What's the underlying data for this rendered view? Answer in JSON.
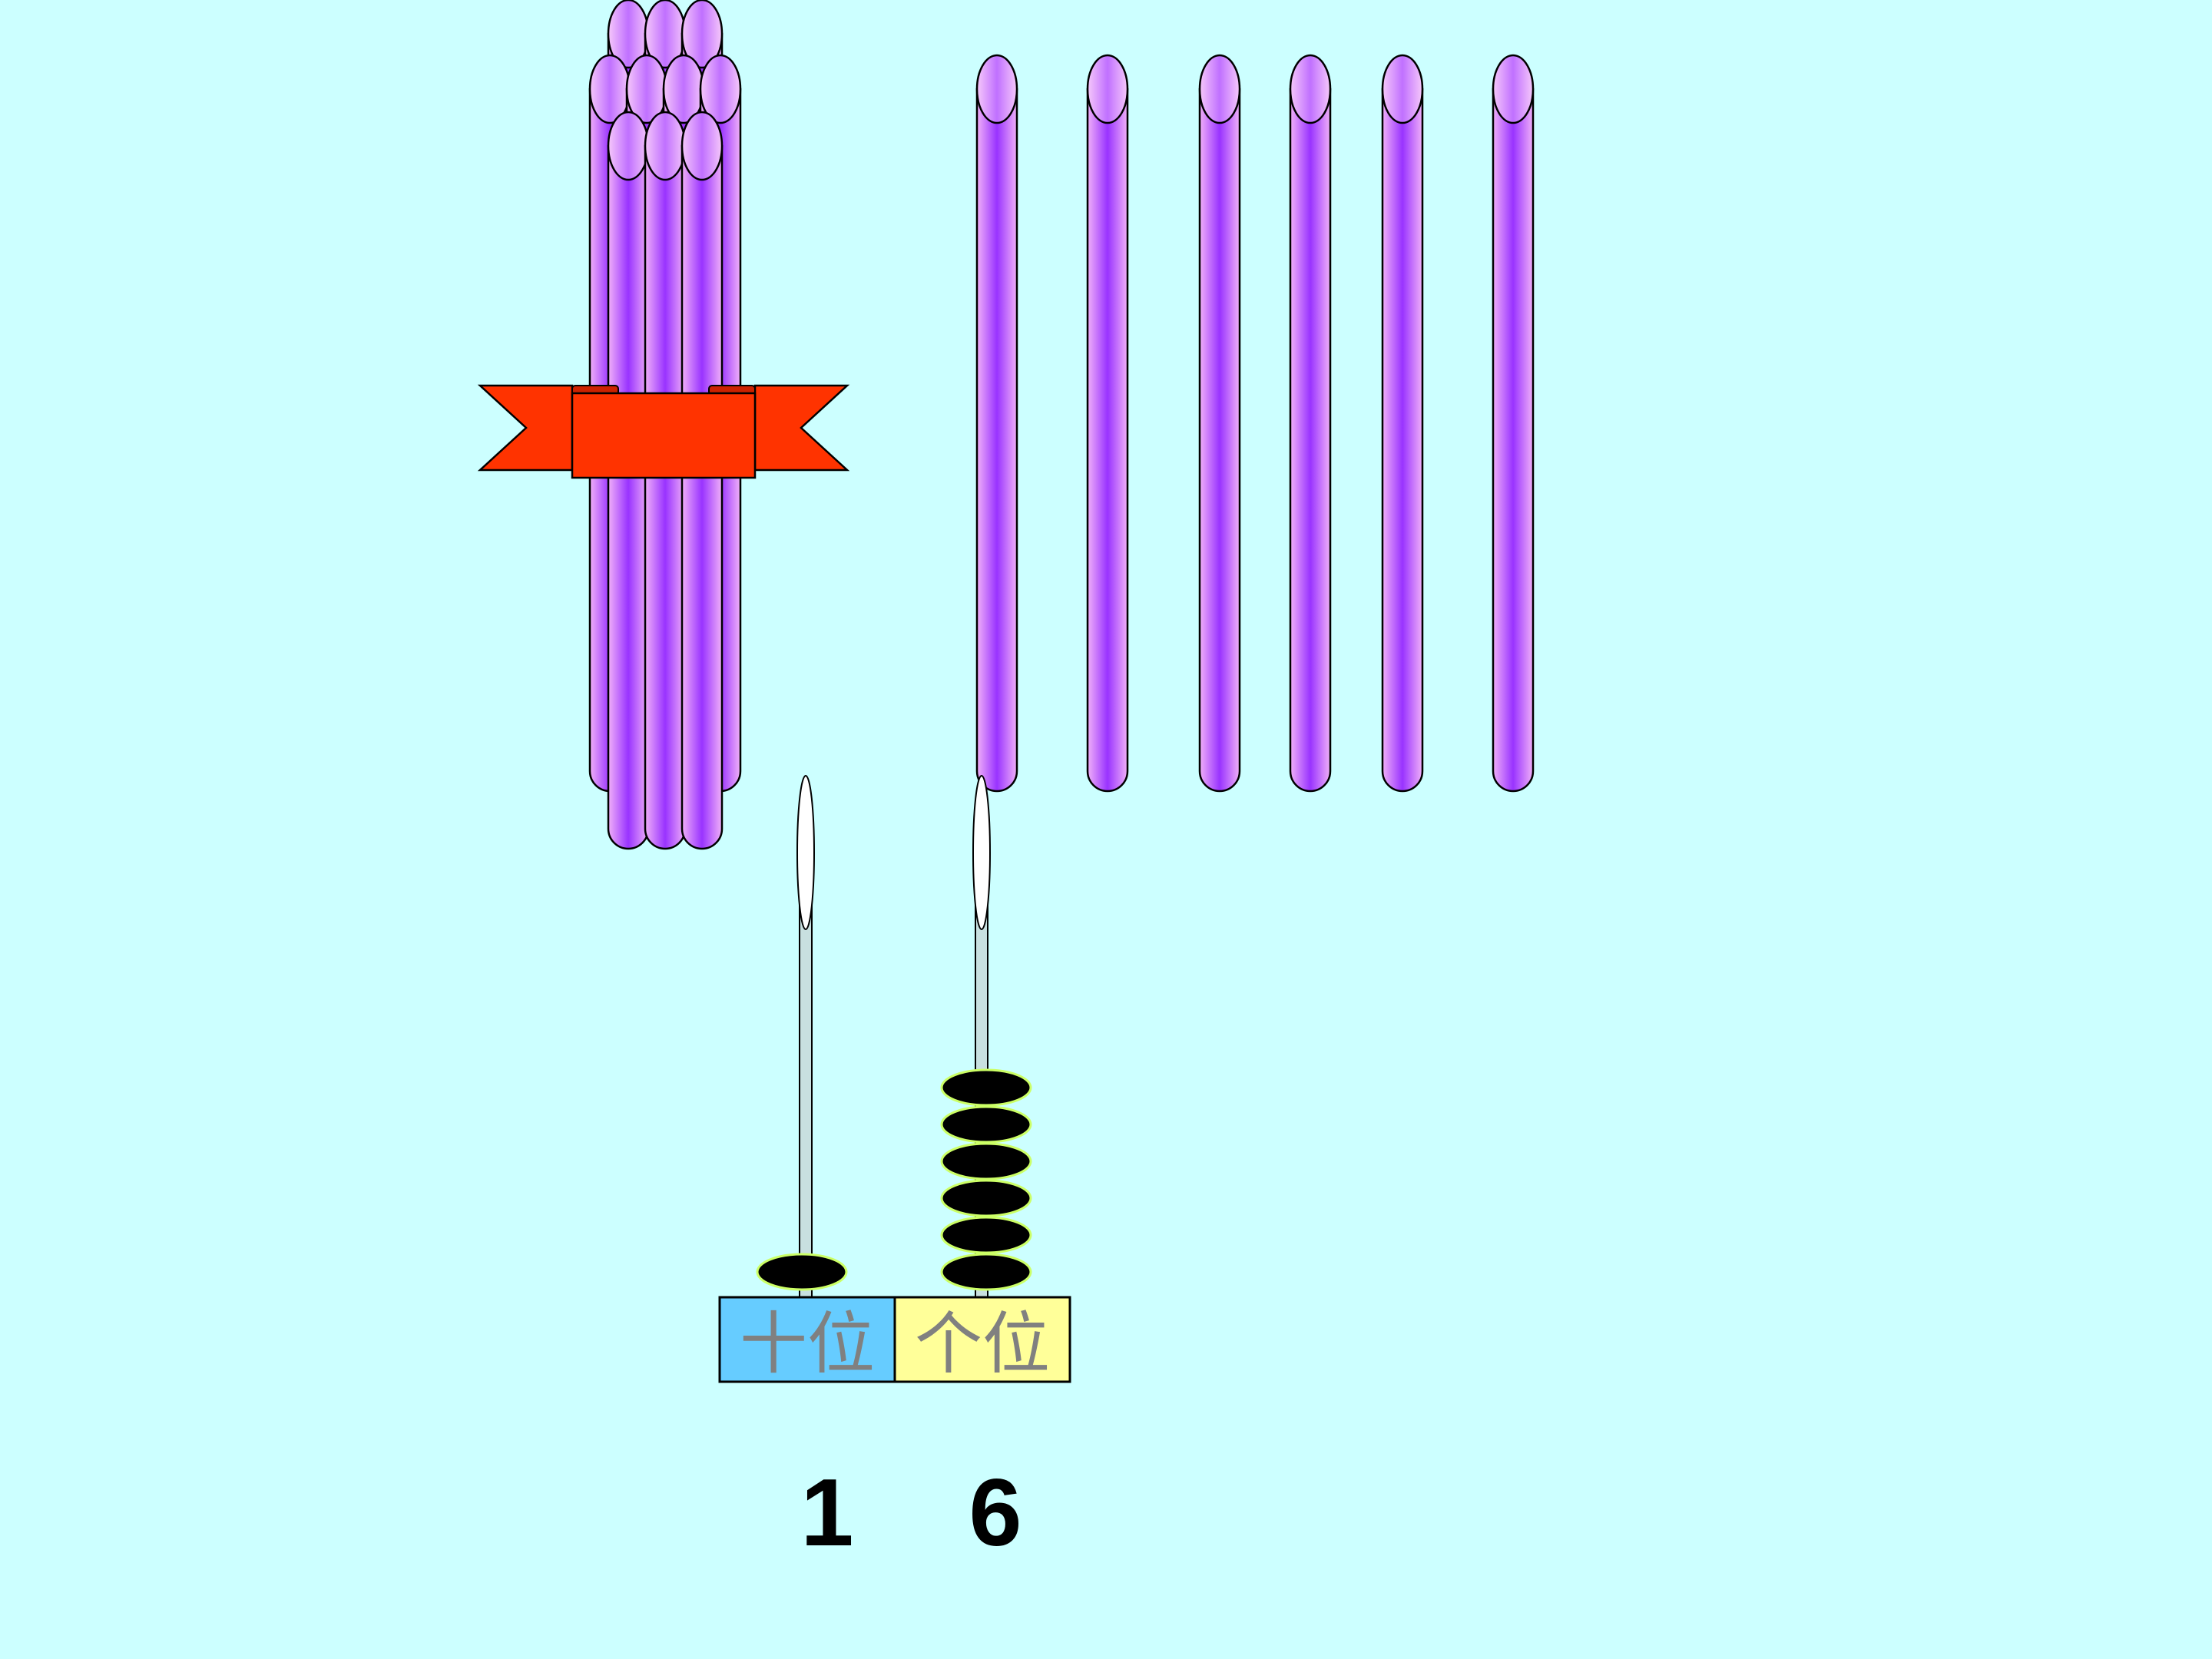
{
  "colors": {
    "background": "#ccffff",
    "stick_light": "#f0b0f8",
    "stick_dark": "#9933ff",
    "ribbon": "#ff3300",
    "tens_box": "#66ccff",
    "ones_box": "#ffff99",
    "bead": "#000000",
    "bead_outline": "#ccff66",
    "label_text": "#808080"
  },
  "counting_sticks": {
    "bundle_of_ten": 10,
    "loose_sticks": 6
  },
  "abacus": {
    "tens_label": "十位",
    "ones_label": "个位",
    "tens_beads": 1,
    "ones_beads": 6
  },
  "number": {
    "tens_digit": "1",
    "ones_digit": "6"
  }
}
